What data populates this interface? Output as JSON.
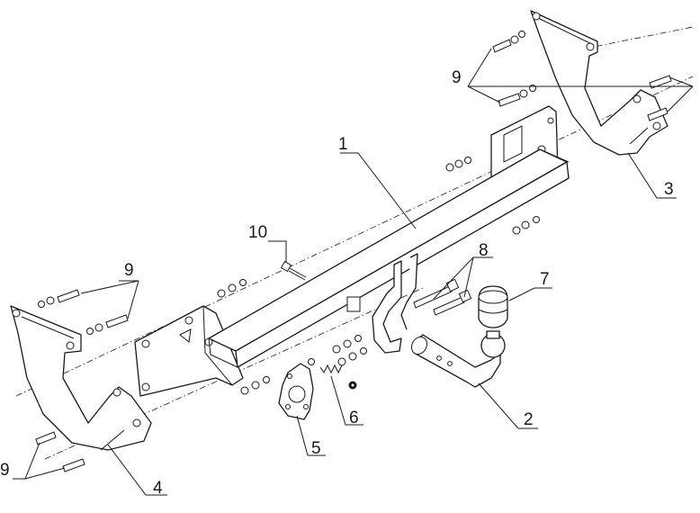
{
  "callouts": {
    "c1": "1",
    "c2": "2",
    "c3": "3",
    "c4": "4",
    "c5": "5",
    "c6": "6",
    "c7": "7",
    "c8": "8",
    "c9_top": "9",
    "c9_left": "9",
    "c9_bottom": "9",
    "c10": "10"
  },
  "colors": {
    "ink": "#1a1a1a",
    "background": "#ffffff"
  }
}
